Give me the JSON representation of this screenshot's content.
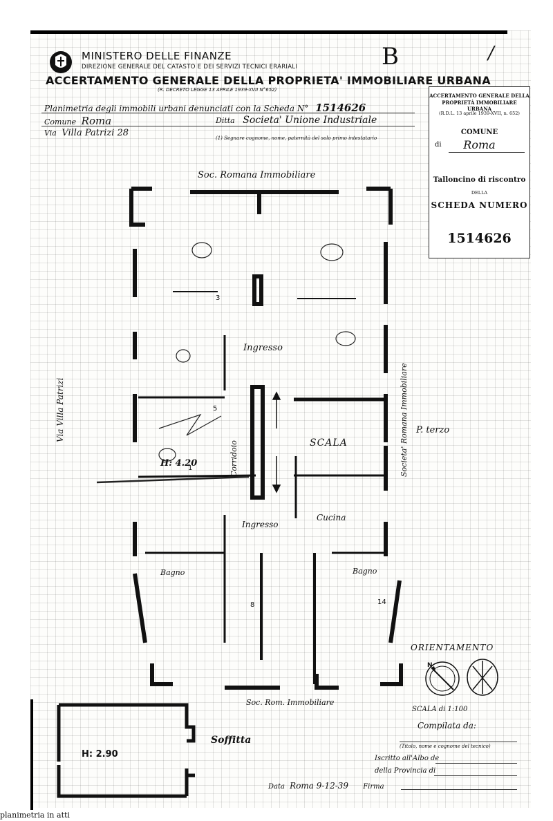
{
  "header": {
    "ministry": "MINISTERO DELLE FINANZE",
    "direzione": "DIREZIONE GENERALE DEL CATASTO E DEI SERVIZI TECNICI ERARIALI",
    "title": "ACCERTAMENTO GENERALE DELLA PROPRIETA' IMMOBILIARE URBANA",
    "decreto": "(R. DECRETO LEGGE 13 APRILE 1939-XVII N°652)",
    "mark_b": "B"
  },
  "form": {
    "planimetria": "Planimetria degli immobili urbani denunciati con la Scheda N°",
    "scheda_number": "1514626",
    "comune_label": "Comune",
    "comune_value": "Roma",
    "via_label": "Via",
    "via_value": "Villa Patrizi 28",
    "ditta_label": "Ditta",
    "ditta_value": "Societa' Unione Industriale",
    "note": "(1) Segnare cognome, nome, paternità del solo primo intestatario"
  },
  "stamp": {
    "line1": "ACCERTAMENTO GENERALE DELLA",
    "line2": "PROPRIETÀ IMMOBILIARE URBANA",
    "decree": "(R.D.L. 13 aprile 1939-XVII, n. 652)",
    "comune": "COMUNE",
    "di": "di",
    "comune_value": "Roma",
    "talloncino": "Talloncino di riscontro",
    "della": "DELLA",
    "scheda": "SCHEDA NUMERO",
    "number": "1514626"
  },
  "plan": {
    "top_neighbor": "Soc. Romana Immobiliare",
    "bottom_neighbor": "Soc. Rom. Immobiliare",
    "left_street": "Via Villa Patrizi",
    "right_neighbor": "Societa' Romana Immobiliare",
    "floor": "P. terzo",
    "ingresso_top": "Ingresso",
    "ingresso_bottom": "Ingresso",
    "scala": "SCALA",
    "corridoio": "Corridoio",
    "cucina": "Cucina",
    "bagno_left": "Bagno",
    "bagno_right": "Bagno",
    "height_main": "H: 4.20",
    "soffitta": "Soffitta",
    "height_soffitta": "H: 2.90",
    "numbers": [
      "3",
      "1",
      "5",
      "8",
      "14"
    ]
  },
  "legend": {
    "orientamento": "ORIENTAMENTO",
    "north": "N",
    "scala": "SCALA di 1:100",
    "compilata": "Compilata da:",
    "titolo_note": "(Titolo, nome e cognome del tecnico)",
    "iscritto": "Iscritto all'Albo de",
    "provincia": "della Provincia di",
    "data_label": "Data",
    "data_value": "Roma 9-12-39",
    "firma": "Firma"
  },
  "footer": {
    "caption": "planimetria in atti"
  }
}
